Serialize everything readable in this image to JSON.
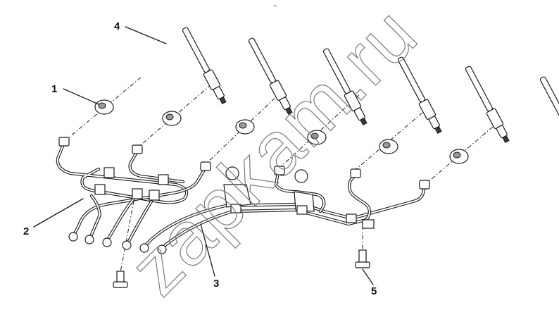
{
  "top_mark": "~",
  "watermark": "zapkam.ru",
  "callouts": [
    {
      "id": "1",
      "label": "1"
    },
    {
      "id": "2",
      "label": "2"
    },
    {
      "id": "3",
      "label": "3"
    },
    {
      "id": "4",
      "label": "4"
    },
    {
      "id": "5",
      "label": "5"
    }
  ],
  "colors": {
    "line": "#1a1a1a",
    "watermark": "#7a7a7a",
    "background": "#ffffff"
  }
}
